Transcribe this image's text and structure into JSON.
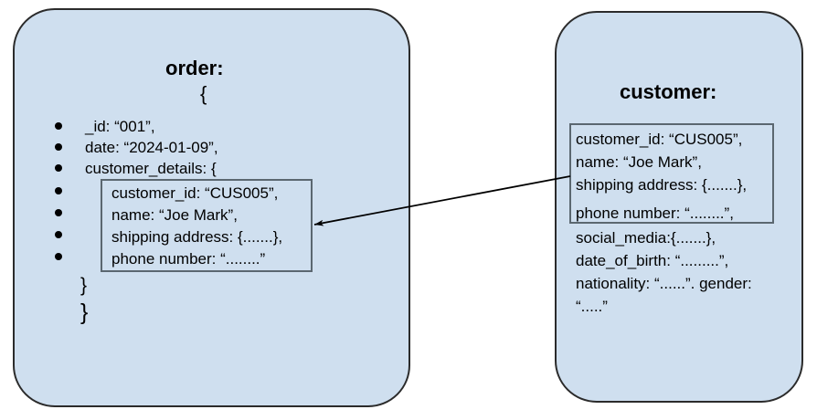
{
  "diagram": {
    "type": "document-embedding-relationship",
    "background_color": "#ffffff",
    "panel_fill_color": "#cfdfef",
    "panel_border_color": "#2b2b2b",
    "inner_box_border_color": "#5b6770",
    "arrow_color": "#000000"
  },
  "order_panel": {
    "title": "order:",
    "open_brace": "{",
    "fields": [
      "_id: “001”,",
      "date: “2024-01-09”,",
      "customer_details: {"
    ],
    "bullet_count": 7,
    "embedded_box": {
      "lines": [
        "customer_id: “CUS005”,",
        "name: “Joe Mark”,",
        "shipping address: {.......},",
        "phone number: “........”"
      ]
    },
    "close_brace_inner": "}",
    "close_brace_outer": "}"
  },
  "customer_panel": {
    "title": "customer:",
    "boxed_lines": [
      "customer_id: “CUS005”,",
      "name: “Joe Mark”,",
      "shipping address: {.......},",
      "phone number: “........”,"
    ],
    "unboxed_lines": [
      "social_media:{.......},",
      "date_of_birth: “.........”,",
      "nationality: “......”. gender:",
      "“.....”"
    ]
  },
  "relation": {
    "label": "",
    "from": "customer-embedded-fields",
    "to": "order-customer-details-box"
  }
}
